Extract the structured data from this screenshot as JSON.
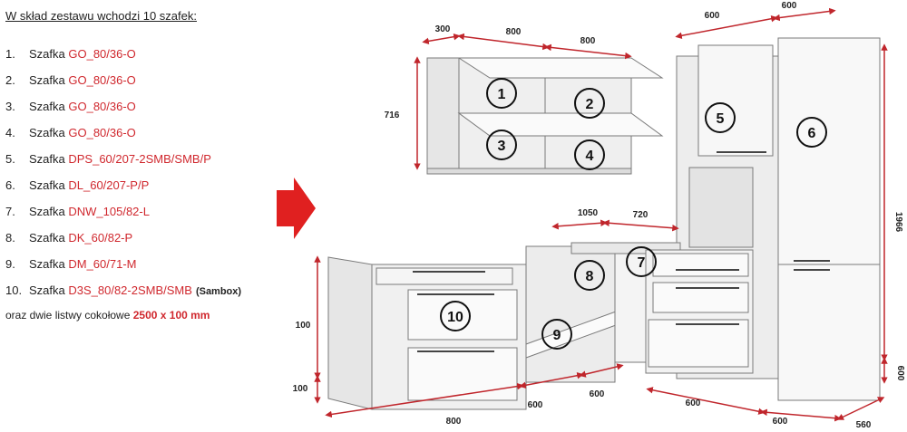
{
  "heading": "W skład zestawu wchodzi 10 szafek:",
  "items": [
    {
      "num": "1.",
      "prefix": "Szafka",
      "code": "GO_80/36-O",
      "note": ""
    },
    {
      "num": "2.",
      "prefix": "Szafka",
      "code": "GO_80/36-O",
      "note": ""
    },
    {
      "num": "3.",
      "prefix": "Szafka",
      "code": "GO_80/36-O",
      "note": ""
    },
    {
      "num": "4.",
      "prefix": "Szafka",
      "code": "GO_80/36-O",
      "note": ""
    },
    {
      "num": "5.",
      "prefix": "Szafka",
      "code": "DPS_60/207-2SMB/SMB/P",
      "note": ""
    },
    {
      "num": "6.",
      "prefix": "Szafka",
      "code": "DL_60/207-P/P",
      "note": ""
    },
    {
      "num": "7.",
      "prefix": "Szafka",
      "code": "DNW_105/82-L",
      "note": ""
    },
    {
      "num": "8.",
      "prefix": "Szafka",
      "code": "DK_60/82-P",
      "note": ""
    },
    {
      "num": "9.",
      "prefix": "Szafka",
      "code": "DM_60/71-M",
      "note": ""
    },
    {
      "num": "10.",
      "prefix": "Szafka",
      "code": "D3S_80/82-2SMB/SMB",
      "note": "(Sambox)"
    }
  ],
  "footer": {
    "text": "oraz dwie listwy cokołowe",
    "dim": "2500 x 100 mm"
  },
  "colors": {
    "accent": "#d0282e",
    "arrow": "#e02020",
    "dimension": "#c0262c"
  },
  "arrow_icon": "right-arrow-icon",
  "dimensions": [
    "300",
    "800",
    "800",
    "600",
    "600",
    "716",
    "1966",
    "600",
    "1050",
    "720",
    "100",
    "100",
    "800",
    "600",
    "600",
    "600",
    "600",
    "560"
  ],
  "cabinet_numbers": [
    "1",
    "2",
    "3",
    "4",
    "5",
    "6",
    "7",
    "8",
    "9",
    "10"
  ]
}
